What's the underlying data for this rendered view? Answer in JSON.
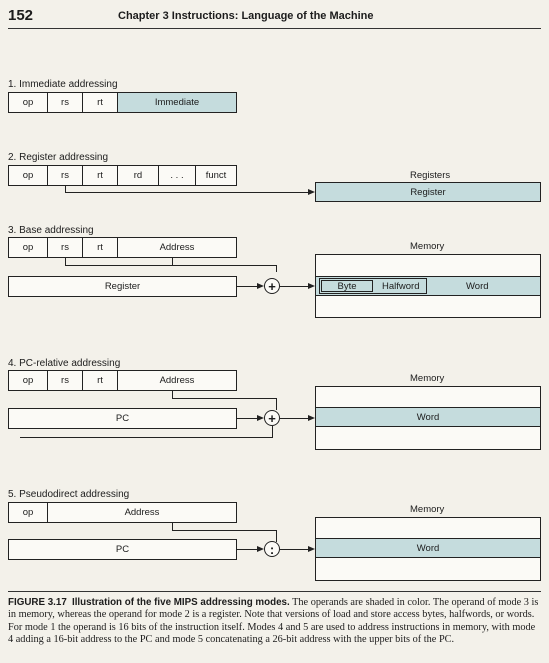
{
  "header": {
    "page_number": "152",
    "chapter": "Chapter 3   Instructions: Language of the Machine"
  },
  "sections": [
    {
      "title": "1. Immediate addressing",
      "fields": [
        "op",
        "rs",
        "rt",
        "Immediate"
      ]
    },
    {
      "title": "2. Register addressing",
      "fields": [
        "op",
        "rs",
        "rt",
        "rd",
        ". . .",
        "funct"
      ],
      "target_label": "Registers",
      "target_cell": "Register"
    },
    {
      "title": "3. Base addressing",
      "fields": [
        "op",
        "rs",
        "rt",
        "Address"
      ],
      "register": "Register",
      "target_label": "Memory",
      "byte": "Byte",
      "halfword": "Halfword",
      "word": "Word",
      "op_symbol": "+"
    },
    {
      "title": "4. PC-relative addressing",
      "fields": [
        "op",
        "rs",
        "rt",
        "Address"
      ],
      "register": "PC",
      "target_label": "Memory",
      "word": "Word",
      "op_symbol": "+"
    },
    {
      "title": "5. Pseudodirect addressing",
      "fields": [
        "op",
        "Address"
      ],
      "register": "PC",
      "target_label": "Memory",
      "word": "Word",
      "op_symbol": ":"
    }
  ],
  "caption": {
    "figure": "FIGURE 3.17",
    "title": "Illustration of the five MIPS addressing modes.",
    "text": "The operands are shaded in color. The operand of mode 3 is in memory, whereas the operand for mode 2 is a register. Note that versions of load and store access bytes, halfwords, or words. For mode 1 the operand is 16 bits of the instruction itself. Modes 4 and 5 are used to address instructions in memory, with mode 4 adding a 16-bit address to the PC and mode 5 concatenating a 26-bit address with the upper bits of the PC."
  },
  "colors": {
    "shade": "#c5dcdd",
    "background": "#f3f1ea"
  }
}
